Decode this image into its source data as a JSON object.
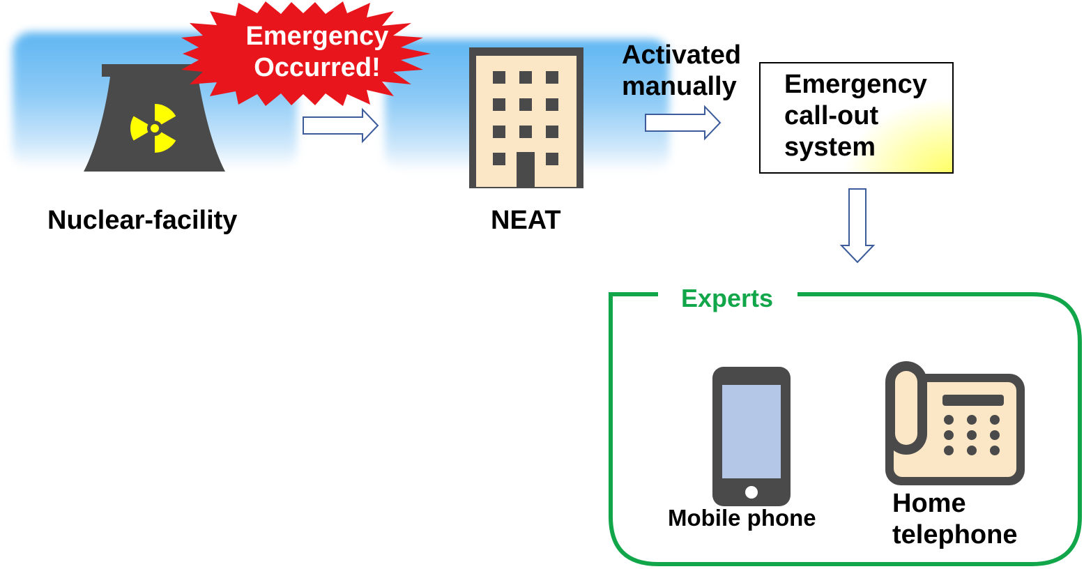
{
  "burst": {
    "line1": "Emergency",
    "line2": "Occurred!"
  },
  "nuclear_facility": {
    "label": "Nuclear-facility"
  },
  "neat": {
    "label": "NEAT"
  },
  "activation": {
    "line1": "Activated",
    "line2": "manually"
  },
  "callout_system": {
    "line1": "Emergency",
    "line2": "call-out",
    "line3": "system"
  },
  "experts": {
    "title": "Experts",
    "mobile_label": "Mobile phone",
    "home_line1": "Home",
    "home_line2": "telephone"
  },
  "colors": {
    "burst_red": "#e8161c",
    "radiation_yellow": "#ffff00",
    "icon_dark": "#4a4a4a",
    "building_fill": "#fbe7c6",
    "phone_screen": "#b4c7e7",
    "expert_green": "#12a64a",
    "arrow_outline": "#3b5b9b"
  }
}
